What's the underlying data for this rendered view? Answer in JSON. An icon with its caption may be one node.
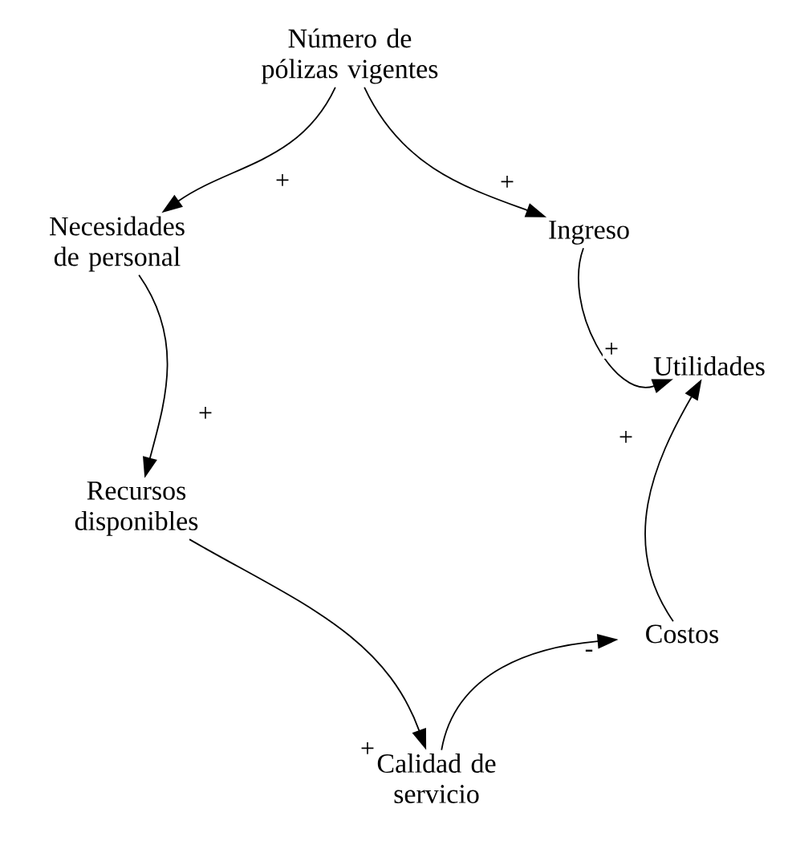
{
  "diagram": {
    "nodes": [
      {
        "text": [
          "Número de pólizas vigentes"
        ]
      },
      {
        "text": [
          "Necesidades de personal"
        ]
      },
      {
        "text": [
          "Ingreso"
        ]
      },
      {
        "text": [
          "Utilidades"
        ]
      },
      {
        "text": [
          "Recursos disponibles"
        ]
      },
      {
        "text": [
          "Costos"
        ]
      },
      {
        "text": [
          "Calidad de servicio"
        ]
      }
    ],
    "edges": [
      {
        "from": 0,
        "to": 1,
        "arrow": "to",
        "label": "+"
      },
      {
        "from": 0,
        "to": 2,
        "arrow": "to",
        "label": "+"
      },
      {
        "from": 2,
        "to": 3,
        "arrow": "to",
        "label": "+"
      },
      {
        "from": 1,
        "to": 4,
        "arrow": "to",
        "label": "+"
      },
      {
        "from": 4,
        "to": 6,
        "arrow": "to",
        "label": "+"
      },
      {
        "from": 6,
        "to": 5,
        "arrow": "to",
        "label": "-"
      },
      {
        "from": 5,
        "to": 3,
        "arrow": "to",
        "label": "+"
      }
    ]
  }
}
